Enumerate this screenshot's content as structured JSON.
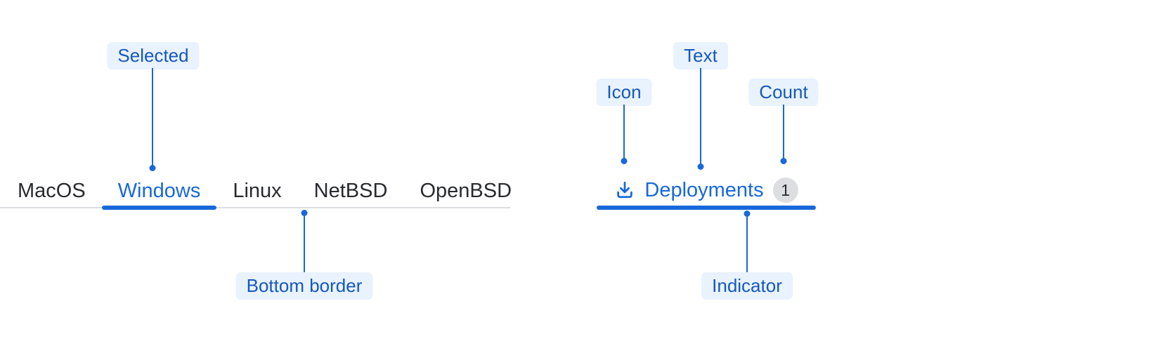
{
  "colors": {
    "accent": "#1868DB",
    "annotation_background": "#E9F2FF",
    "annotation_text": "#1558BC",
    "tab_text": "#292A2E",
    "bottom_border": "#DDDEE1",
    "badge_background": "#DDDEE1",
    "badge_text": "#292A2E"
  },
  "tabs_example": {
    "tabs": [
      {
        "label": "MacOS",
        "selected": false
      },
      {
        "label": "Windows",
        "selected": true
      },
      {
        "label": "Linux",
        "selected": false
      },
      {
        "label": "NetBSD",
        "selected": false
      },
      {
        "label": "OpenBSD",
        "selected": false
      }
    ]
  },
  "anatomy_tab": {
    "icon": "download-icon",
    "label": "Deployments",
    "count": "1"
  },
  "annotations": {
    "selected": "Selected",
    "bottom_border": "Bottom border",
    "icon": "Icon",
    "text": "Text",
    "count": "Count",
    "indicator": "Indicator"
  }
}
